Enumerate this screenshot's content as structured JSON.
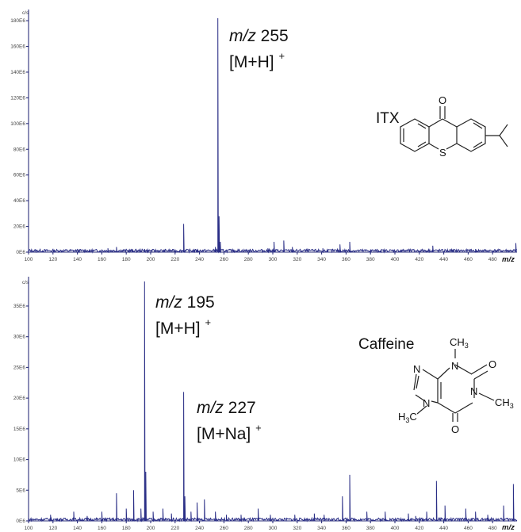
{
  "chart_data": [
    {
      "type": "line",
      "panel": "top",
      "ylabel": "c/s",
      "xlabel": "m/z",
      "xlim": [
        100,
        500
      ],
      "ylim": [
        0,
        185000000
      ],
      "xticks": [
        100,
        120,
        140,
        160,
        180,
        200,
        220,
        240,
        260,
        280,
        300,
        320,
        340,
        360,
        380,
        400,
        420,
        440,
        460,
        480
      ],
      "yticks": [
        0,
        20000000,
        40000000,
        60000000,
        80000000,
        100000000,
        120000000,
        140000000,
        160000000,
        180000000
      ],
      "ytick_labels": [
        "0E6",
        "20E6",
        "40E6",
        "60E6",
        "80E6",
        "100E6",
        "120E6",
        "140E6",
        "160E6",
        "180E6"
      ],
      "peaks": [
        {
          "x": 150,
          "y": 1800000
        },
        {
          "x": 165,
          "y": 3000000
        },
        {
          "x": 172,
          "y": 4000000
        },
        {
          "x": 185,
          "y": 2500000
        },
        {
          "x": 195,
          "y": 2500000
        },
        {
          "x": 211,
          "y": 1500000
        },
        {
          "x": 227,
          "y": 22000000
        },
        {
          "x": 238,
          "y": 2000000
        },
        {
          "x": 253,
          "y": 4000000
        },
        {
          "x": 255,
          "y": 182000000
        },
        {
          "x": 256,
          "y": 28000000
        },
        {
          "x": 257,
          "y": 8000000
        },
        {
          "x": 268,
          "y": 2000000
        },
        {
          "x": 296,
          "y": 3000000
        },
        {
          "x": 301,
          "y": 8000000
        },
        {
          "x": 309,
          "y": 9000000
        },
        {
          "x": 316,
          "y": 4000000
        },
        {
          "x": 341,
          "y": 3000000
        },
        {
          "x": 355,
          "y": 6000000
        },
        {
          "x": 363,
          "y": 8000000
        },
        {
          "x": 380,
          "y": 2000000
        },
        {
          "x": 405,
          "y": 2000000
        },
        {
          "x": 431,
          "y": 5000000
        },
        {
          "x": 448,
          "y": 2000000
        },
        {
          "x": 466,
          "y": 1500000
        },
        {
          "x": 499,
          "y": 7000000
        }
      ],
      "annotations": [
        {
          "mz_prefix": "m/z",
          "mz_value": "255",
          "ion": "[M+H]",
          "charge": "+"
        }
      ],
      "compound": {
        "name": "ITX",
        "atoms": {
          "o": "O",
          "s": "S"
        }
      }
    },
    {
      "type": "line",
      "panel": "bottom",
      "ylabel": "c/s",
      "xlabel": "m/z",
      "xlim": [
        100,
        500
      ],
      "ylim": [
        0,
        39000000
      ],
      "xticks": [
        100,
        120,
        140,
        160,
        180,
        200,
        220,
        240,
        260,
        280,
        300,
        320,
        340,
        360,
        380,
        400,
        420,
        440,
        460,
        480
      ],
      "yticks": [
        0,
        5000000,
        10000000,
        15000000,
        20000000,
        25000000,
        30000000,
        35000000
      ],
      "ytick_labels": [
        "0E6",
        "5E6",
        "10E6",
        "15E6",
        "20E6",
        "25E6",
        "30E6",
        "35E6"
      ],
      "peaks": [
        {
          "x": 118,
          "y": 1000000
        },
        {
          "x": 137,
          "y": 1500000
        },
        {
          "x": 148,
          "y": 800000
        },
        {
          "x": 160,
          "y": 1500000
        },
        {
          "x": 172,
          "y": 4500000
        },
        {
          "x": 180,
          "y": 2000000
        },
        {
          "x": 186,
          "y": 5000000
        },
        {
          "x": 192,
          "y": 2000000
        },
        {
          "x": 195,
          "y": 39000000
        },
        {
          "x": 196,
          "y": 8000000
        },
        {
          "x": 202,
          "y": 1500000
        },
        {
          "x": 210,
          "y": 2000000
        },
        {
          "x": 217,
          "y": 1200000
        },
        {
          "x": 227,
          "y": 21000000
        },
        {
          "x": 228,
          "y": 4000000
        },
        {
          "x": 233,
          "y": 1500000
        },
        {
          "x": 238,
          "y": 3000000
        },
        {
          "x": 244,
          "y": 3500000
        },
        {
          "x": 253,
          "y": 1500000
        },
        {
          "x": 262,
          "y": 1000000
        },
        {
          "x": 274,
          "y": 1000000
        },
        {
          "x": 288,
          "y": 2000000
        },
        {
          "x": 298,
          "y": 1000000
        },
        {
          "x": 318,
          "y": 1000000
        },
        {
          "x": 334,
          "y": 1200000
        },
        {
          "x": 342,
          "y": 1000000
        },
        {
          "x": 357,
          "y": 4000000
        },
        {
          "x": 363,
          "y": 7500000
        },
        {
          "x": 377,
          "y": 1500000
        },
        {
          "x": 392,
          "y": 1500000
        },
        {
          "x": 411,
          "y": 1200000
        },
        {
          "x": 417,
          "y": 800000
        },
        {
          "x": 426,
          "y": 1500000
        },
        {
          "x": 434,
          "y": 6500000
        },
        {
          "x": 441,
          "y": 2500000
        },
        {
          "x": 458,
          "y": 2000000
        },
        {
          "x": 466,
          "y": 1500000
        },
        {
          "x": 476,
          "y": 1000000
        },
        {
          "x": 489,
          "y": 2500000
        },
        {
          "x": 497,
          "y": 6000000
        }
      ],
      "annotations": [
        {
          "mz_prefix": "m/z",
          "mz_value": "195",
          "ion": "[M+H]",
          "charge": "+"
        },
        {
          "mz_prefix": "m/z",
          "mz_value": "227",
          "ion": "[M+Na]",
          "charge": "+"
        }
      ],
      "compound": {
        "name": "Caffeine",
        "atoms": {
          "n1": "N",
          "n3": "N",
          "n7": "N",
          "n9": "N",
          "o2": "O",
          "o6": "O",
          "ch3_a": "CH",
          "ch3_a_sub": "3",
          "ch3_b": "CH",
          "ch3_b_sub": "3",
          "ch3_c": "H",
          "ch3_c_sub": "3",
          "ch3_c_tail": "C"
        }
      }
    }
  ],
  "colors": {
    "spectrum": "#2a2e86",
    "axis": "#2b2f7a",
    "text": "#111111"
  }
}
